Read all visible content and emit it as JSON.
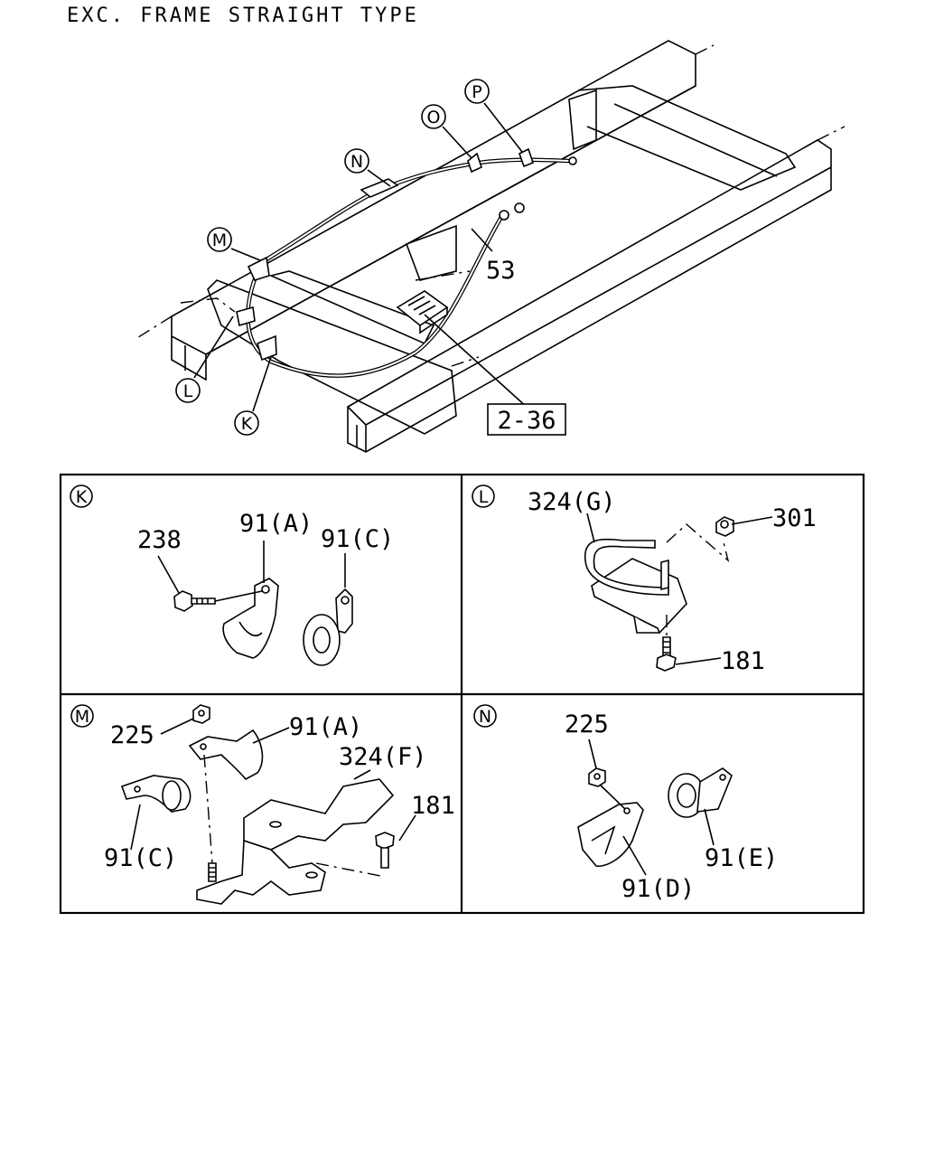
{
  "title": "EXC. FRAME STRAIGHT TYPE",
  "overview": {
    "callouts": [
      "P",
      "O",
      "N",
      "M",
      "L",
      "K"
    ],
    "part_53": "53",
    "ref_box": "2-36"
  },
  "panels": {
    "K": {
      "tag": "K",
      "parts": {
        "p238": "238",
        "p91a": "91(A)",
        "p91c": "91(C)"
      }
    },
    "L": {
      "tag": "L",
      "parts": {
        "p324g": "324(G)",
        "p301": "301",
        "p181": "181"
      }
    },
    "M": {
      "tag": "M",
      "parts": {
        "p225": "225",
        "p91a": "91(A)",
        "p324f": "324(F)",
        "p181": "181",
        "p91c": "91(C)"
      }
    },
    "N": {
      "tag": "N",
      "parts": {
        "p225": "225",
        "p91e": "91(E)",
        "p91d": "91(D)"
      }
    }
  },
  "colors": {
    "line": "#000000",
    "background": "#ffffff"
  }
}
